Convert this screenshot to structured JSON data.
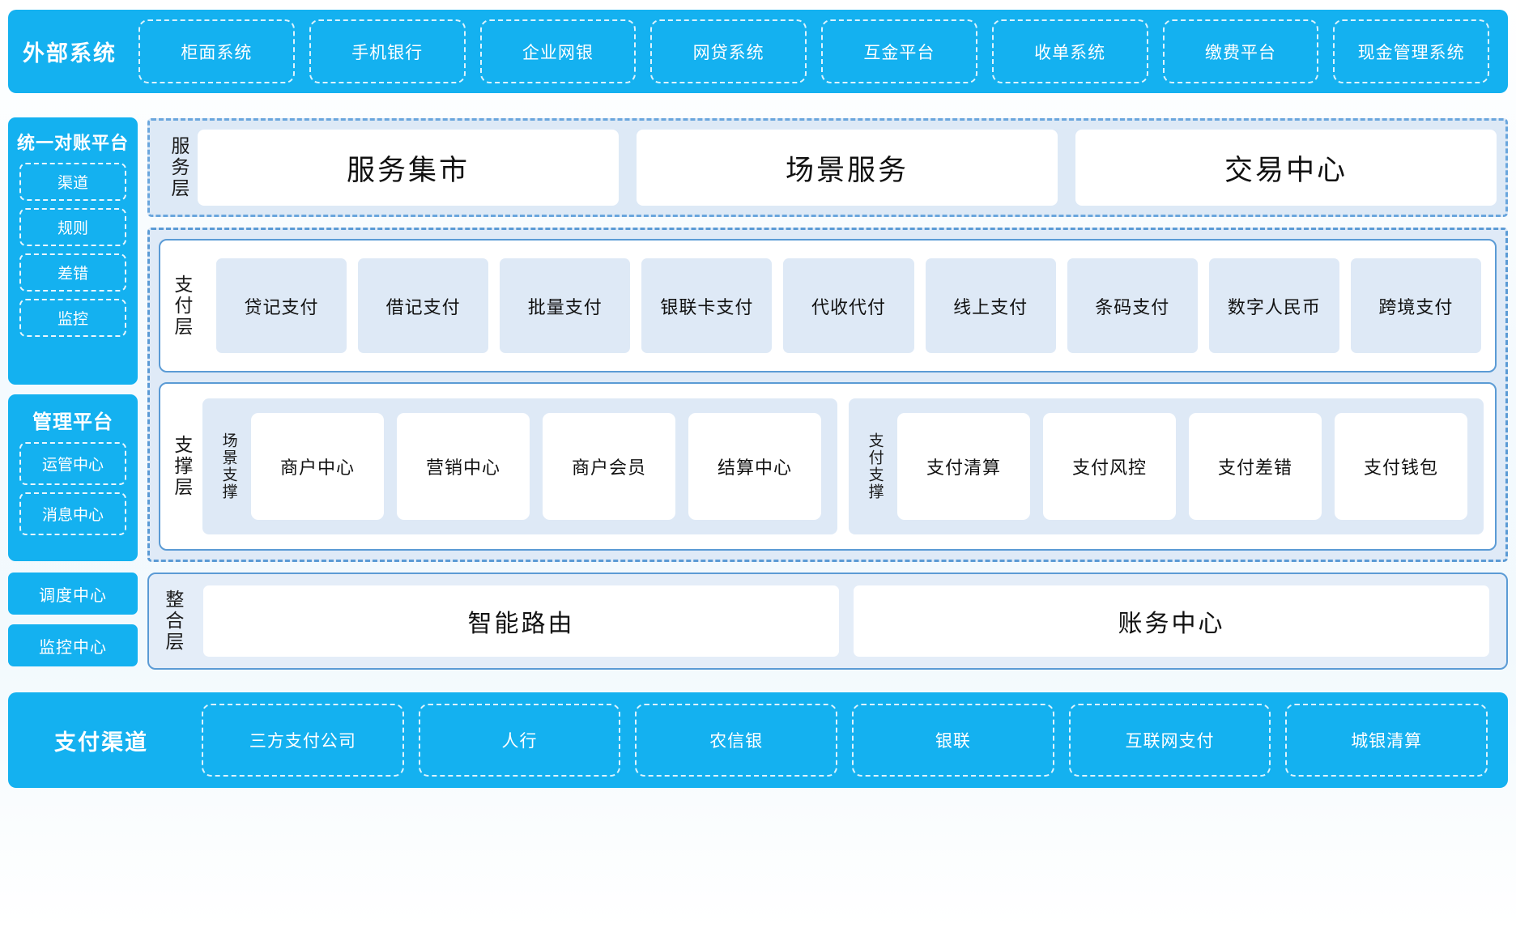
{
  "external_systems": {
    "title": "外部系统",
    "items": [
      "柜面系统",
      "手机银行",
      "企业网银",
      "网贷系统",
      "互金平台",
      "收单系统",
      "缴费平台",
      "现金管理系统"
    ]
  },
  "left_rail": {
    "reconciliation": {
      "title": "统一对账平台",
      "items": [
        "渠道",
        "规则",
        "差错",
        "监控"
      ]
    },
    "management": {
      "title": "管理平台",
      "items": [
        "运管中心",
        "消息中心"
      ]
    },
    "standalone": [
      "调度中心",
      "监控中心"
    ]
  },
  "service_layer": {
    "label": "服务层",
    "items": [
      "服务集市",
      "场景服务",
      "交易中心"
    ]
  },
  "payment_layer": {
    "label": "支付层",
    "items": [
      "贷记支付",
      "借记支付",
      "批量支付",
      "银联卡支付",
      "代收代付",
      "线上支付",
      "条码支付",
      "数字人民币",
      "跨境支付"
    ]
  },
  "support_layer": {
    "label": "支撑层",
    "groups": [
      {
        "label": "场景支撑",
        "items": [
          "商户中心",
          "营销中心",
          "商户会员",
          "结算中心"
        ]
      },
      {
        "label": "支付支撑",
        "items": [
          "支付清算",
          "支付风控",
          "支付差错",
          "支付钱包"
        ]
      }
    ]
  },
  "integration_layer": {
    "label": "整合层",
    "items": [
      "智能路由",
      "账务中心"
    ]
  },
  "payment_channels": {
    "title": "支付渠道",
    "items": [
      "三方支付公司",
      "人行",
      "农信银",
      "银联",
      "互联网支付",
      "城银清算"
    ]
  },
  "colors": {
    "brand_blue": "#14b1f0",
    "panel_border": "#5b9bd5",
    "chip_fill": "#dee9f6",
    "group_fill": "#dfeaf7"
  }
}
